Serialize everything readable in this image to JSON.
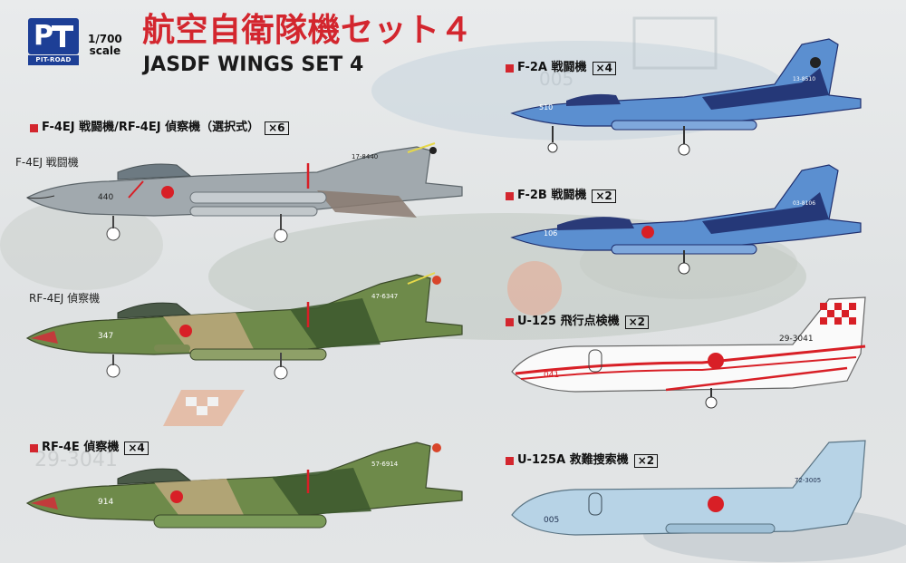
{
  "logo": {
    "mark": "P",
    "brand": "PIT-ROAD"
  },
  "scale": {
    "ratio": "1/700",
    "word": "scale"
  },
  "title": {
    "japanese": "航空自衛隊機セット４",
    "english": "JASDF WINGS SET 4"
  },
  "items": {
    "f4ej": {
      "label": "F-4EJ 戦闘機/RF-4EJ 偵察機（選択式）",
      "qty": "×6",
      "sub_fighter": "F-4EJ 戦闘機",
      "sub_recon": "RF-4EJ 偵察機",
      "fighter_number": "440",
      "fighter_serial": "17-8440",
      "recon_number": "347",
      "recon_serial": "47-6347"
    },
    "rf4e": {
      "label": "RF-4E 偵察機",
      "qty": "×4",
      "number": "914",
      "serial": "57-6914"
    },
    "f2a": {
      "label": "F-2A 戦闘機",
      "qty": "×4",
      "number": "510",
      "serial": "13-8510"
    },
    "f2b": {
      "label": "F-2B 戦闘機",
      "qty": "×2",
      "number": "106",
      "serial": "03-8106"
    },
    "u125": {
      "label": "U-125 飛行点検機",
      "qty": "×2",
      "number": "041",
      "serial": "29-3041"
    },
    "u125a": {
      "label": "U-125A 救難捜索機",
      "qty": "×2",
      "number": "005",
      "serial": "72-3005"
    }
  },
  "colors": {
    "title_red": "#d3262e",
    "brand_blue": "#1d3f96",
    "hinomaru": "#d81f26",
    "phantom_gray": "#9aa3a8",
    "f2_blue": "#5b8fd0",
    "f2_dark": "#1f2f6e",
    "sar_blue": "#b7d3e6"
  }
}
